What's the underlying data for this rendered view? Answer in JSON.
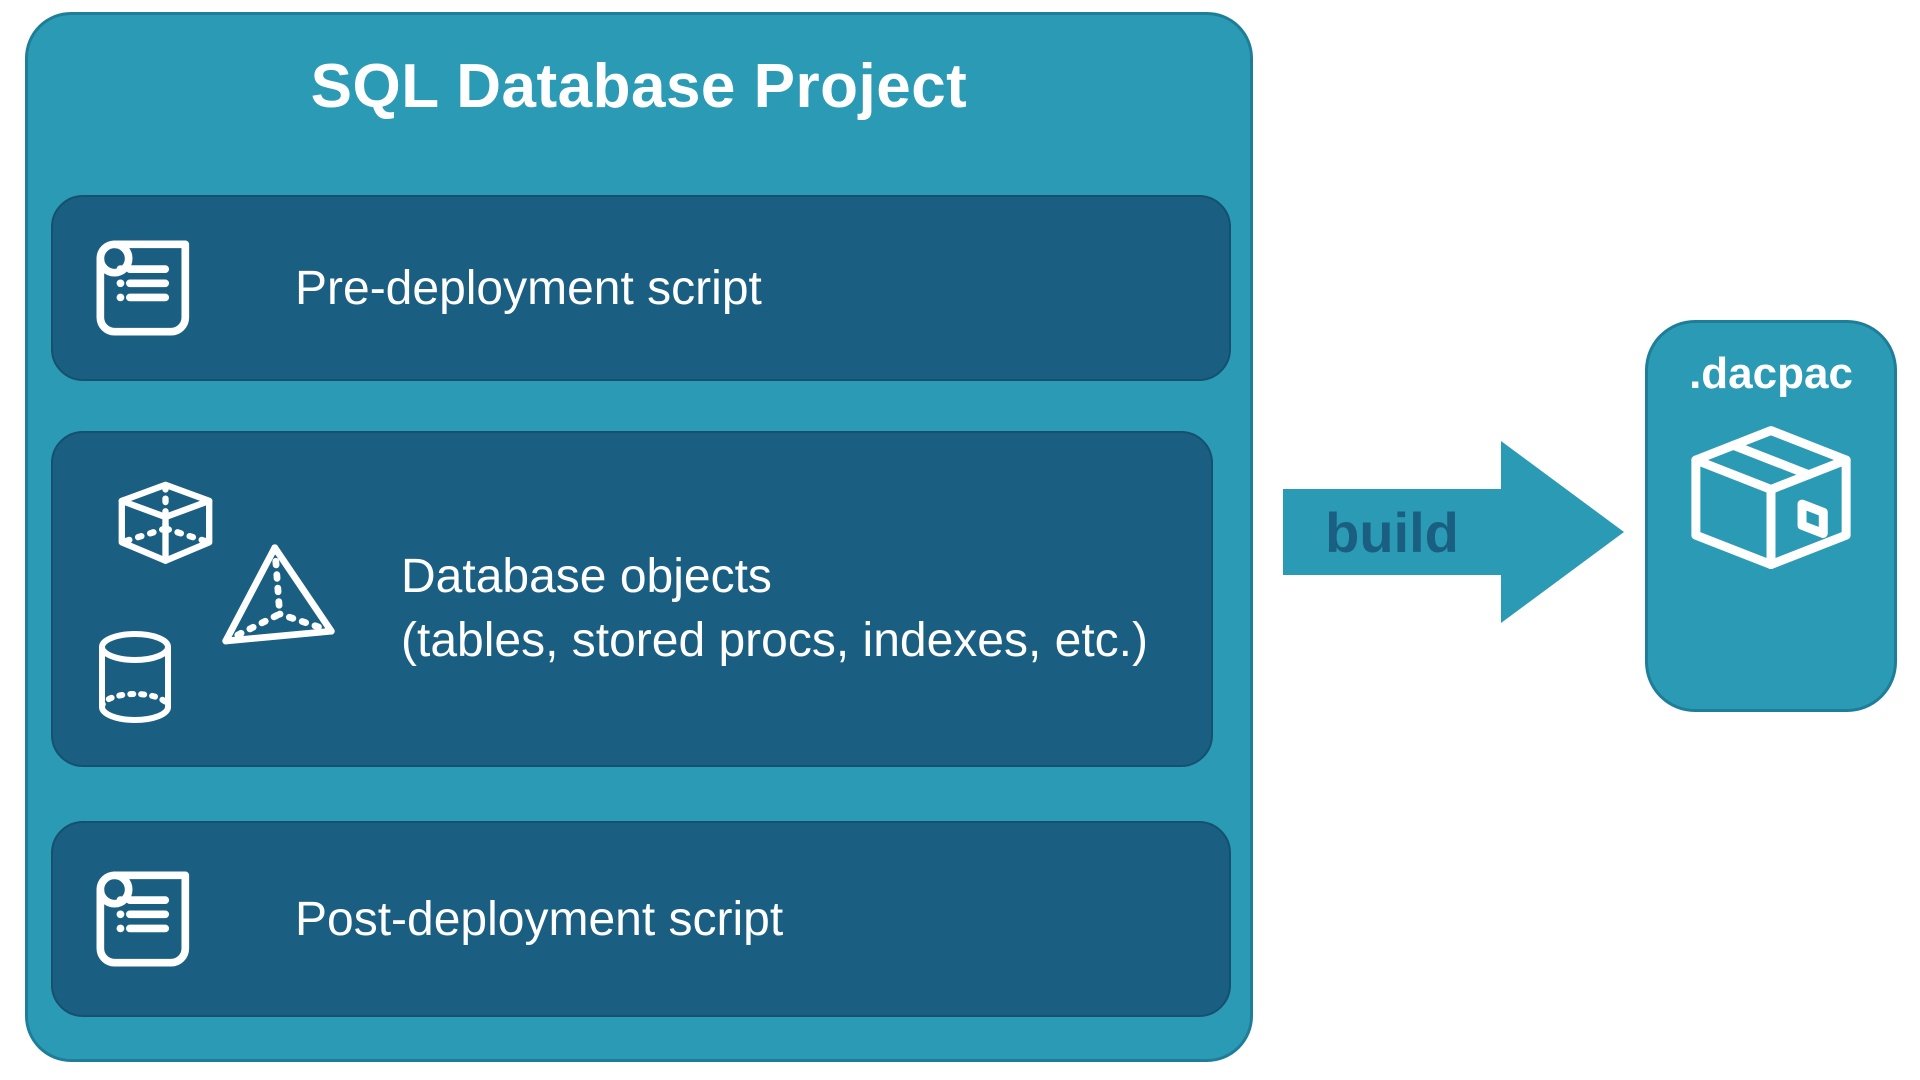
{
  "colors": {
    "teal": "#2B9AB5",
    "dark_blue": "#1A5F81",
    "white": "#FFFFFF"
  },
  "project": {
    "title": "SQL Database Project",
    "pre_script": {
      "label": "Pre-deployment script",
      "icon": "scroll-icon"
    },
    "objects": {
      "label": "Database objects",
      "sublabel": "(tables, stored procs, indexes, etc.)",
      "icons": [
        "cube-icon",
        "pyramid-icon",
        "cylinder-icon"
      ]
    },
    "post_script": {
      "label": "Post-deployment script",
      "icon": "scroll-icon"
    }
  },
  "build_arrow": {
    "label": "build"
  },
  "dacpac": {
    "label": ".dacpac",
    "icon": "package-icon"
  }
}
